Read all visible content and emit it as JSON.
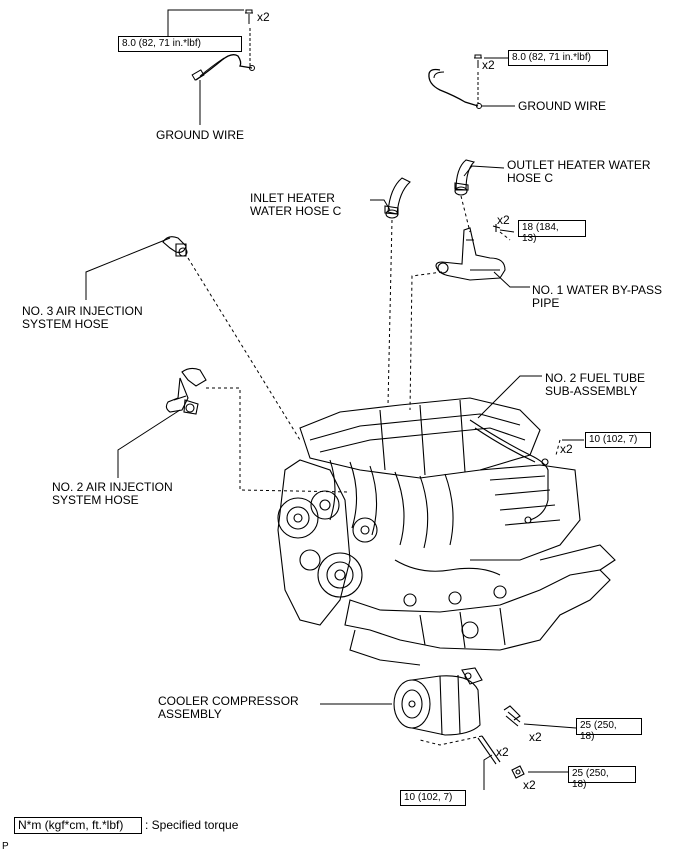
{
  "labels": {
    "ground_wire_left": "GROUND WIRE",
    "ground_wire_right": "GROUND WIRE",
    "outlet_hose": "OUTLET HEATER WATER\nHOSE C",
    "inlet_hose": "INLET HEATER\nWATER HOSE C",
    "bypass_pipe": "NO. 1 WATER BY-PASS\nPIPE",
    "air_hose_3": "NO. 3 AIR INJECTION\nSYSTEM HOSE",
    "fuel_tube": "NO. 2 FUEL TUBE\nSUB-ASSEMBLY",
    "air_hose_2": "NO. 2 AIR INJECTION\nSYSTEM HOSE",
    "compressor": "COOLER COMPRESSOR\nASSEMBLY"
  },
  "torques": {
    "t1": "8.0 (82, 71 in.*lbf)",
    "t2": "8.0 (82, 71 in.*lbf)",
    "t3": "18 (184,\n13)",
    "t4": "10 (102, 7)",
    "t5": "25 (250,\n18)",
    "t6": "25 (250,\n18)",
    "t7": "10 (102, 7)"
  },
  "quantities": {
    "q1": "x2",
    "q2": "x2",
    "q3": "x2",
    "q4": "x2",
    "q5": "x2",
    "q6": "x2",
    "q7": "x2"
  },
  "legend": {
    "unit": "N*m (kgf*cm, ft.*lbf)",
    "text": ": Specified torque"
  },
  "footer": {
    "page_mark": "P"
  }
}
